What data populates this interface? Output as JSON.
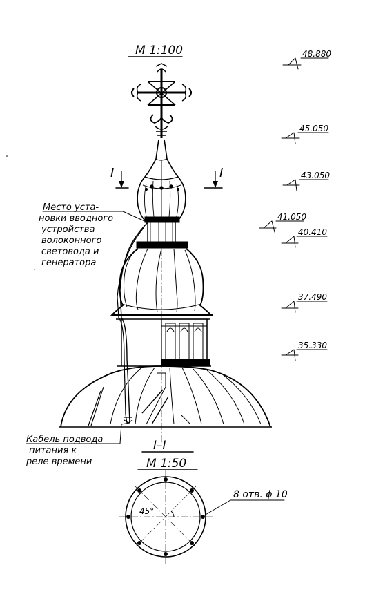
{
  "title": {
    "scale_main": "М 1:100",
    "section_mark": "I–I",
    "scale_section": "М 1:50"
  },
  "section_markers": [
    "I",
    "I"
  ],
  "elevations": [
    "48.880",
    "45.050",
    "43.050",
    "41.050",
    "40.410",
    "37.490",
    "35.330"
  ],
  "annotations": {
    "installation_place": [
      "Место уста-",
      "новки вводного",
      "устройства",
      "волоконного",
      "световода и",
      "генератора"
    ],
    "cable": [
      "Кабель подвода",
      "питания к",
      "реле времени"
    ],
    "holes": "8 отв. ϕ 10",
    "angle": "45°"
  },
  "colors": {
    "ink": "#000000",
    "paper": "#ffffff"
  }
}
